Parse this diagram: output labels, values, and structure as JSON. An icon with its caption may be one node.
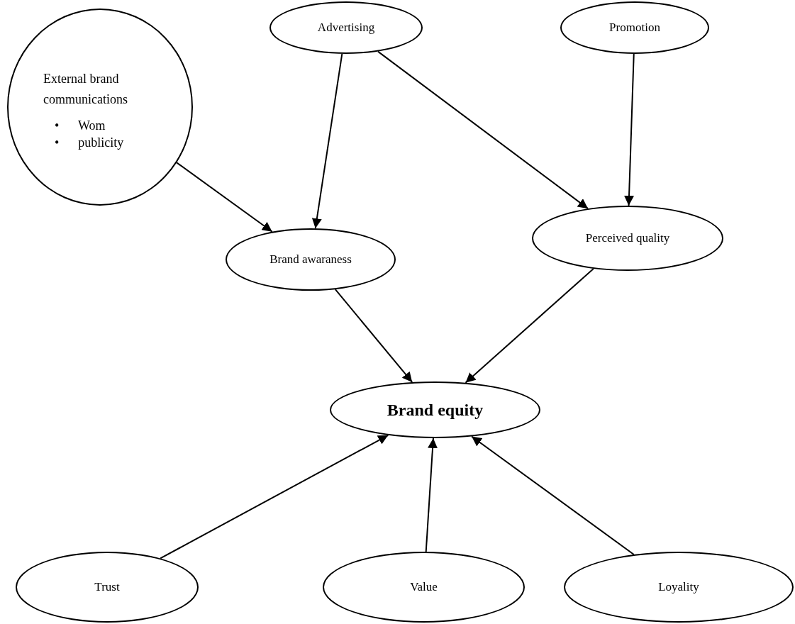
{
  "diagram": {
    "nodes": [
      {
        "text": [
          "External brand communications",
          "•      Wom",
          "•      publicity"
        ]
      },
      {
        "text": [
          "Advertising"
        ]
      },
      {
        "text": [
          "Promotion"
        ]
      },
      {
        "text": [
          "Brand awaraness"
        ]
      },
      {
        "text": [
          "Perceived quality"
        ]
      },
      {
        "text": [
          "Brand equity"
        ]
      },
      {
        "text": [
          "Trust"
        ]
      },
      {
        "text": [
          "Value"
        ]
      },
      {
        "text": [
          "Loyality"
        ]
      }
    ],
    "edges": [
      {
        "from": 0,
        "to": 3,
        "arrow": "to"
      },
      {
        "from": 1,
        "to": 3,
        "arrow": "to"
      },
      {
        "from": 1,
        "to": 4,
        "arrow": "to"
      },
      {
        "from": 2,
        "to": 4,
        "arrow": "to"
      },
      {
        "from": 3,
        "to": 5,
        "arrow": "to"
      },
      {
        "from": 4,
        "to": 5,
        "arrow": "to"
      },
      {
        "from": 6,
        "to": 5,
        "arrow": "to"
      },
      {
        "from": 7,
        "to": 5,
        "arrow": "to"
      },
      {
        "from": 8,
        "to": 5,
        "arrow": "to"
      }
    ]
  }
}
